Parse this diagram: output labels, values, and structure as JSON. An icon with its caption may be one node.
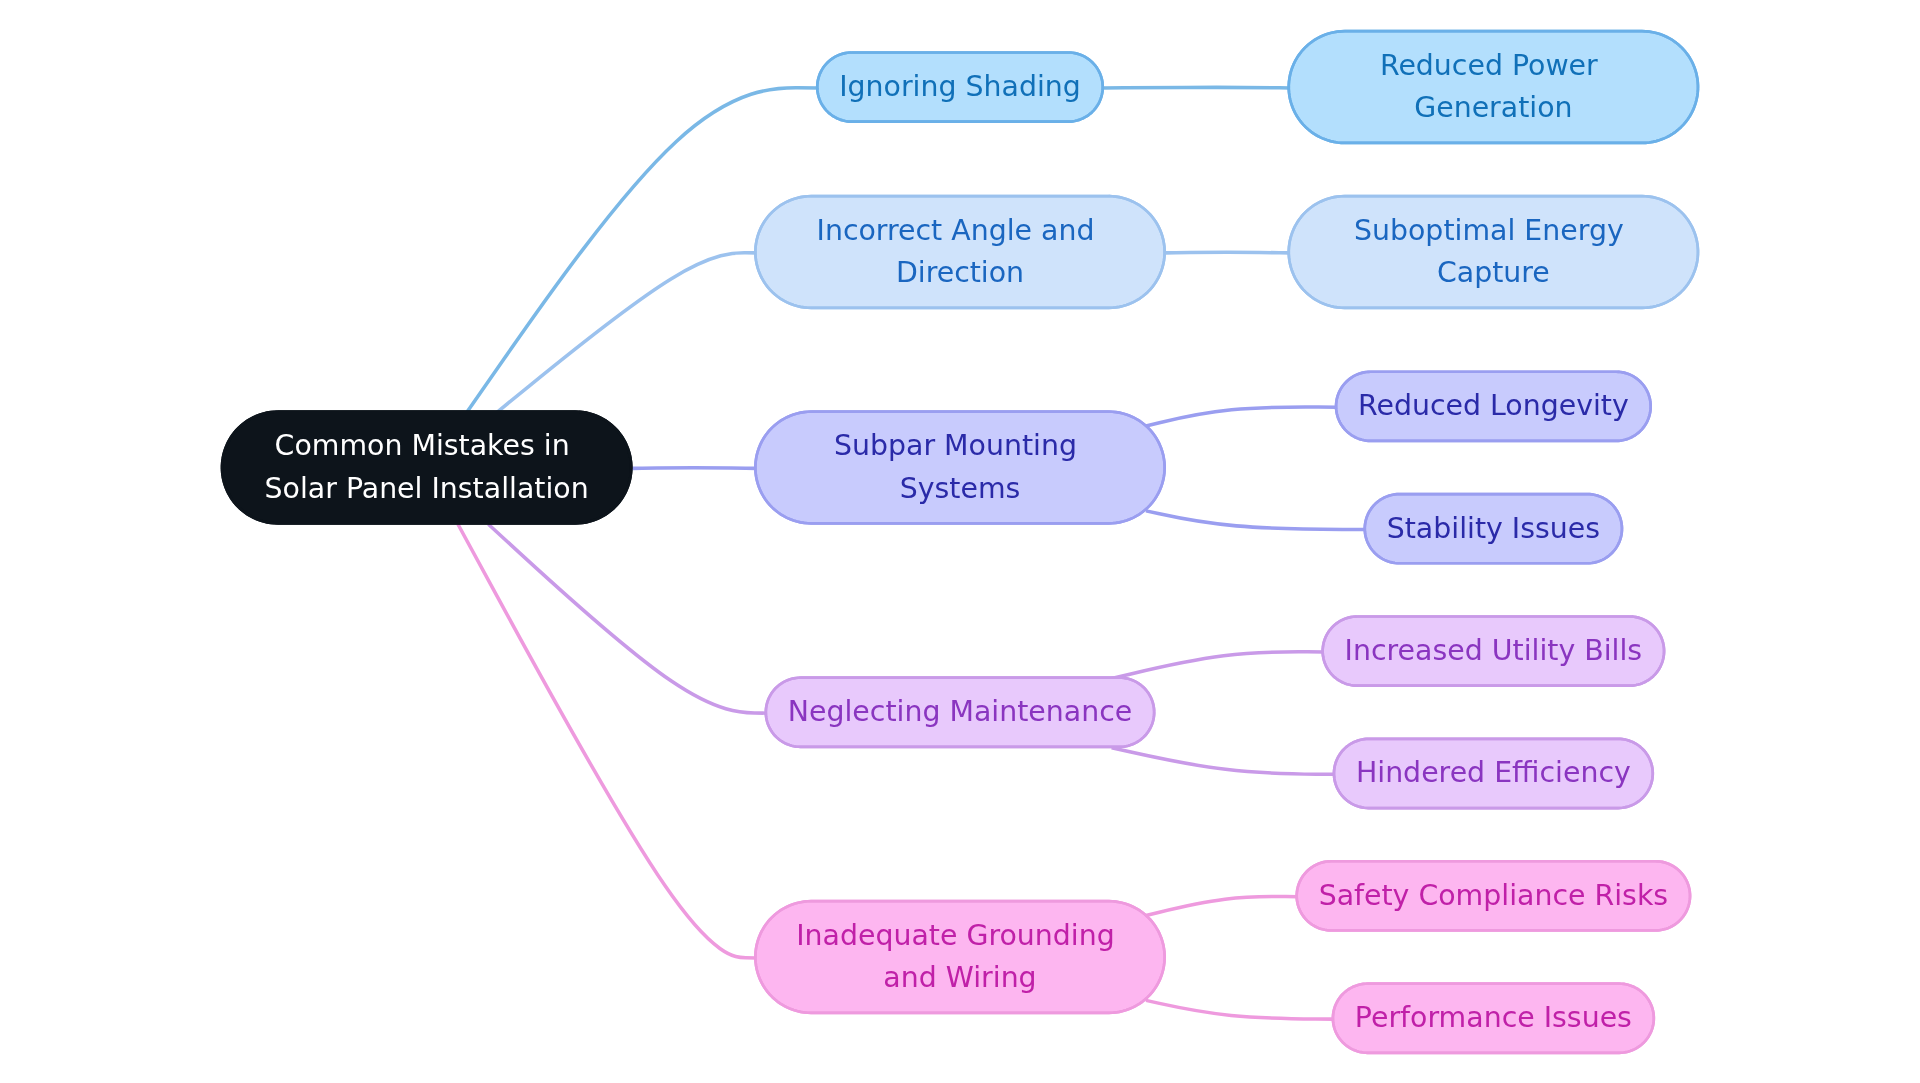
{
  "diagram": {
    "nodes": [
      {
        "text": [
          "Common Mistakes in Solar Panel Installation"
        ]
      },
      {
        "text": [
          "Ignoring Shading"
        ]
      },
      {
        "text": [
          "Reduced Power Generation"
        ]
      },
      {
        "text": [
          "Incorrect Angle and Direction"
        ]
      },
      {
        "text": [
          "Suboptimal Energy Capture"
        ]
      },
      {
        "text": [
          "Subpar Mounting Systems"
        ]
      },
      {
        "text": [
          "Reduced Longevity"
        ]
      },
      {
        "text": [
          "Stability Issues"
        ]
      },
      {
        "text": [
          "Neglecting Maintenance"
        ]
      },
      {
        "text": [
          "Increased Utility Bills"
        ]
      },
      {
        "text": [
          "Hindered Efficiency"
        ]
      },
      {
        "text": [
          "Inadequate Grounding and Wiring"
        ]
      },
      {
        "text": [
          "Safety Compliance Risks"
        ]
      },
      {
        "text": [
          "Performance Issues"
        ]
      }
    ],
    "edges": [
      {
        "from": 0,
        "to": 1,
        "arrow": "none",
        "color": "#7ab8e6"
      },
      {
        "from": 1,
        "to": 2,
        "arrow": "none",
        "color": "#7ab8e6"
      },
      {
        "from": 0,
        "to": 3,
        "arrow": "none",
        "color": "#9cc2ee"
      },
      {
        "from": 3,
        "to": 4,
        "arrow": "none",
        "color": "#9cc2ee"
      },
      {
        "from": 0,
        "to": 5,
        "arrow": "none",
        "color": "#9a9ef0"
      },
      {
        "from": 5,
        "to": 6,
        "arrow": "none",
        "color": "#9a9ef0"
      },
      {
        "from": 5,
        "to": 7,
        "arrow": "none",
        "color": "#9a9ef0"
      },
      {
        "from": 0,
        "to": 8,
        "arrow": "none",
        "color": "#c99ae8"
      },
      {
        "from": 8,
        "to": 9,
        "arrow": "none",
        "color": "#c99ae8"
      },
      {
        "from": 8,
        "to": 10,
        "arrow": "none",
        "color": "#c99ae8"
      },
      {
        "from": 0,
        "to": 11,
        "arrow": "none",
        "color": "#ee9ade"
      },
      {
        "from": 11,
        "to": 12,
        "arrow": "none",
        "color": "#ee9ade"
      },
      {
        "from": 11,
        "to": 13,
        "arrow": "none",
        "color": "#ee9ade"
      }
    ]
  }
}
